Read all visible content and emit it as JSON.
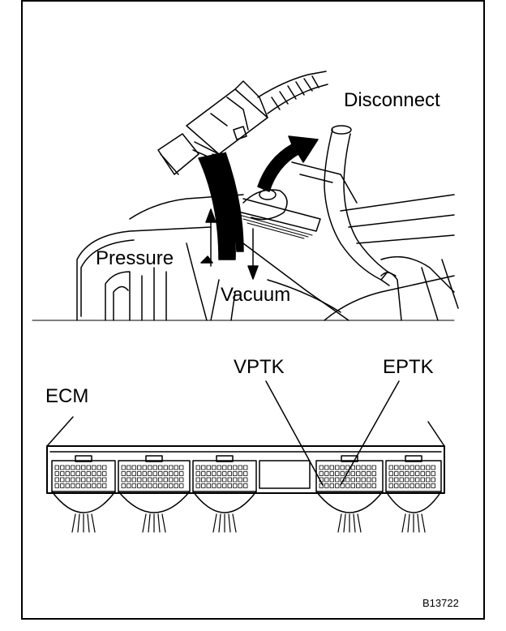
{
  "labels": {
    "disconnect": "Disconnect",
    "pressure": "Pressure",
    "vacuum": "Vacuum",
    "vptk": "VPTK",
    "eptk": "EPTK",
    "ecm": "ECM",
    "figure_code": "B13722"
  },
  "colors": {
    "line": "#000000",
    "background": "#ffffff"
  }
}
